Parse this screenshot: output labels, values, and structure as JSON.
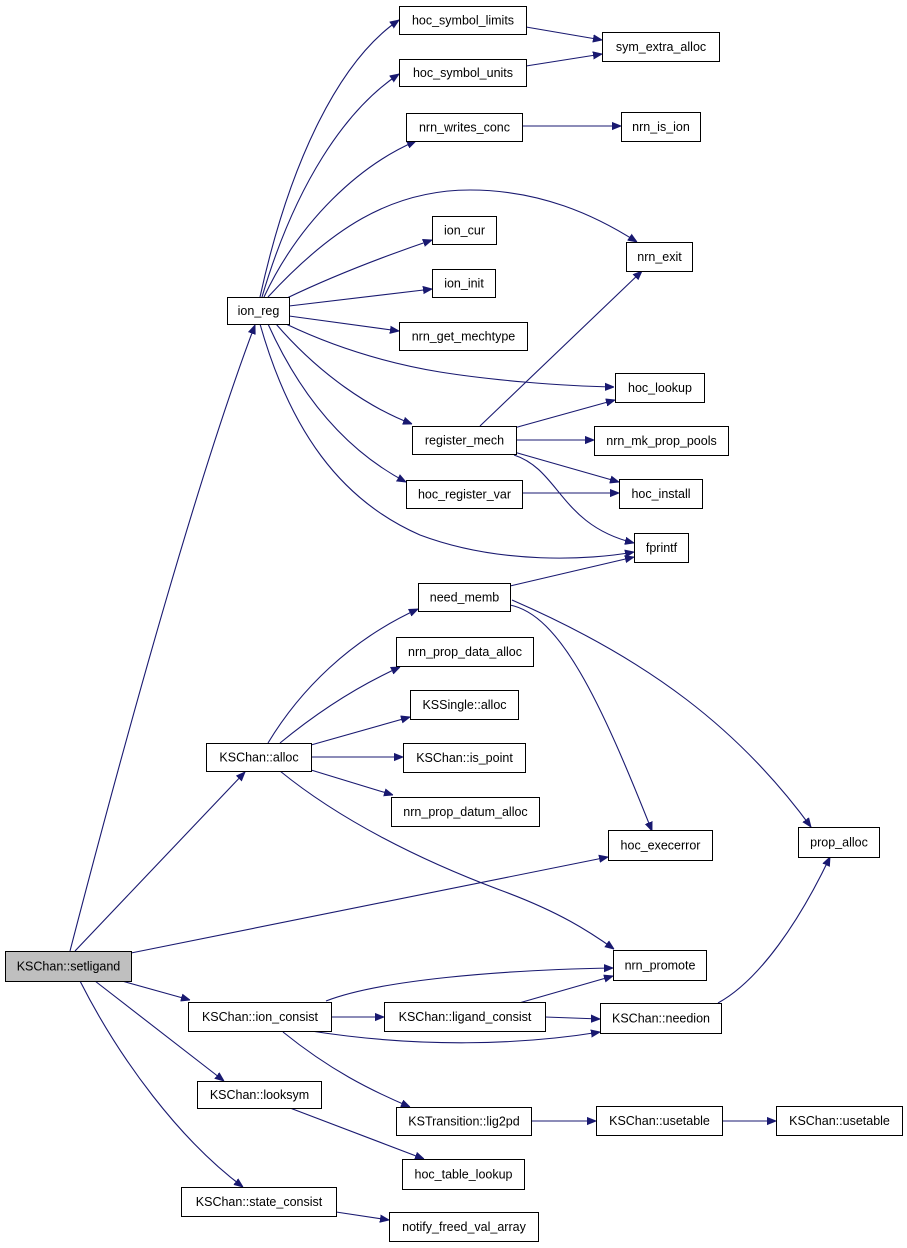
{
  "graph": {
    "root": "KSChan::setligand",
    "edge_color": "#191970",
    "node_fill": "#ffffff",
    "root_fill": "#bfbfbf",
    "nodes": [
      {
        "id": "setligand",
        "label": "KSChan::setligand"
      },
      {
        "id": "ion_reg",
        "label": "ion_reg"
      },
      {
        "id": "hoc_symbol_limits",
        "label": "hoc_symbol_limits"
      },
      {
        "id": "hoc_symbol_units",
        "label": "hoc_symbol_units"
      },
      {
        "id": "sym_extra_alloc",
        "label": "sym_extra_alloc"
      },
      {
        "id": "nrn_writes_conc",
        "label": "nrn_writes_conc"
      },
      {
        "id": "nrn_is_ion",
        "label": "nrn_is_ion"
      },
      {
        "id": "ion_cur",
        "label": "ion_cur"
      },
      {
        "id": "nrn_exit",
        "label": "nrn_exit"
      },
      {
        "id": "ion_init",
        "label": "ion_init"
      },
      {
        "id": "nrn_get_mechtype",
        "label": "nrn_get_mechtype"
      },
      {
        "id": "hoc_lookup",
        "label": "hoc_lookup"
      },
      {
        "id": "register_mech",
        "label": "register_mech"
      },
      {
        "id": "nrn_mk_prop_pools",
        "label": "nrn_mk_prop_pools"
      },
      {
        "id": "hoc_register_var",
        "label": "hoc_register_var"
      },
      {
        "id": "hoc_install",
        "label": "hoc_install"
      },
      {
        "id": "fprintf",
        "label": "fprintf"
      },
      {
        "id": "need_memb",
        "label": "need_memb"
      },
      {
        "id": "nrn_prop_data_alloc",
        "label": "nrn_prop_data_alloc"
      },
      {
        "id": "KSSingle_alloc",
        "label": "KSSingle::alloc"
      },
      {
        "id": "KSChan_alloc",
        "label": "KSChan::alloc"
      },
      {
        "id": "KSChan_is_point",
        "label": "KSChan::is_point"
      },
      {
        "id": "nrn_prop_datum_alloc",
        "label": "nrn_prop_datum_alloc"
      },
      {
        "id": "hoc_execerror",
        "label": "hoc_execerror"
      },
      {
        "id": "prop_alloc",
        "label": "prop_alloc"
      },
      {
        "id": "nrn_promote",
        "label": "nrn_promote"
      },
      {
        "id": "KSChan_ion_consist",
        "label": "KSChan::ion_consist"
      },
      {
        "id": "KSChan_ligand_consist",
        "label": "KSChan::ligand_consist"
      },
      {
        "id": "KSChan_needion",
        "label": "KSChan::needion"
      },
      {
        "id": "KSChan_looksym",
        "label": "KSChan::looksym"
      },
      {
        "id": "KSTransition_lig2pd",
        "label": "KSTransition::lig2pd"
      },
      {
        "id": "KSChan_usetable_1",
        "label": "KSChan::usetable"
      },
      {
        "id": "KSChan_usetable_2",
        "label": "KSChan::usetable"
      },
      {
        "id": "hoc_table_lookup",
        "label": "hoc_table_lookup"
      },
      {
        "id": "KSChan_state_consist",
        "label": "KSChan::state_consist"
      },
      {
        "id": "notify_freed_val_array",
        "label": "notify_freed_val_array"
      }
    ]
  }
}
